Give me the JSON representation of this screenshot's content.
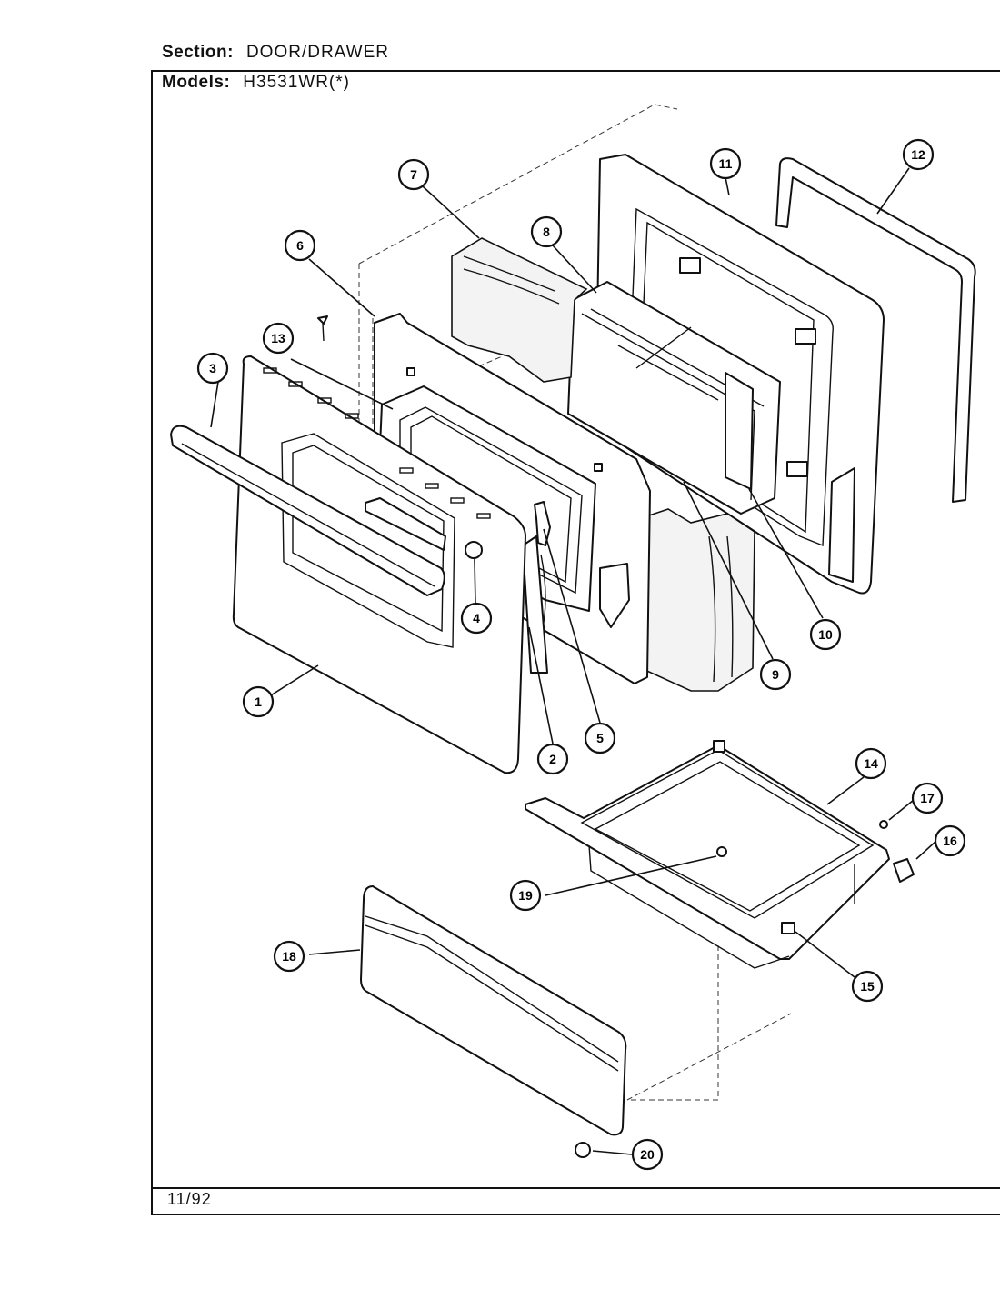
{
  "header": {
    "section_label": "Section:",
    "section_value": "DOOR/DRAWER",
    "models_label": "Models:",
    "models_value": "H3531WR(*)"
  },
  "footer": {
    "date": "11/92"
  },
  "callouts": [
    "1",
    "2",
    "3",
    "4",
    "5",
    "6",
    "7",
    "8",
    "9",
    "10",
    "11",
    "12",
    "13",
    "14",
    "15",
    "16",
    "17",
    "18",
    "19",
    "20"
  ]
}
